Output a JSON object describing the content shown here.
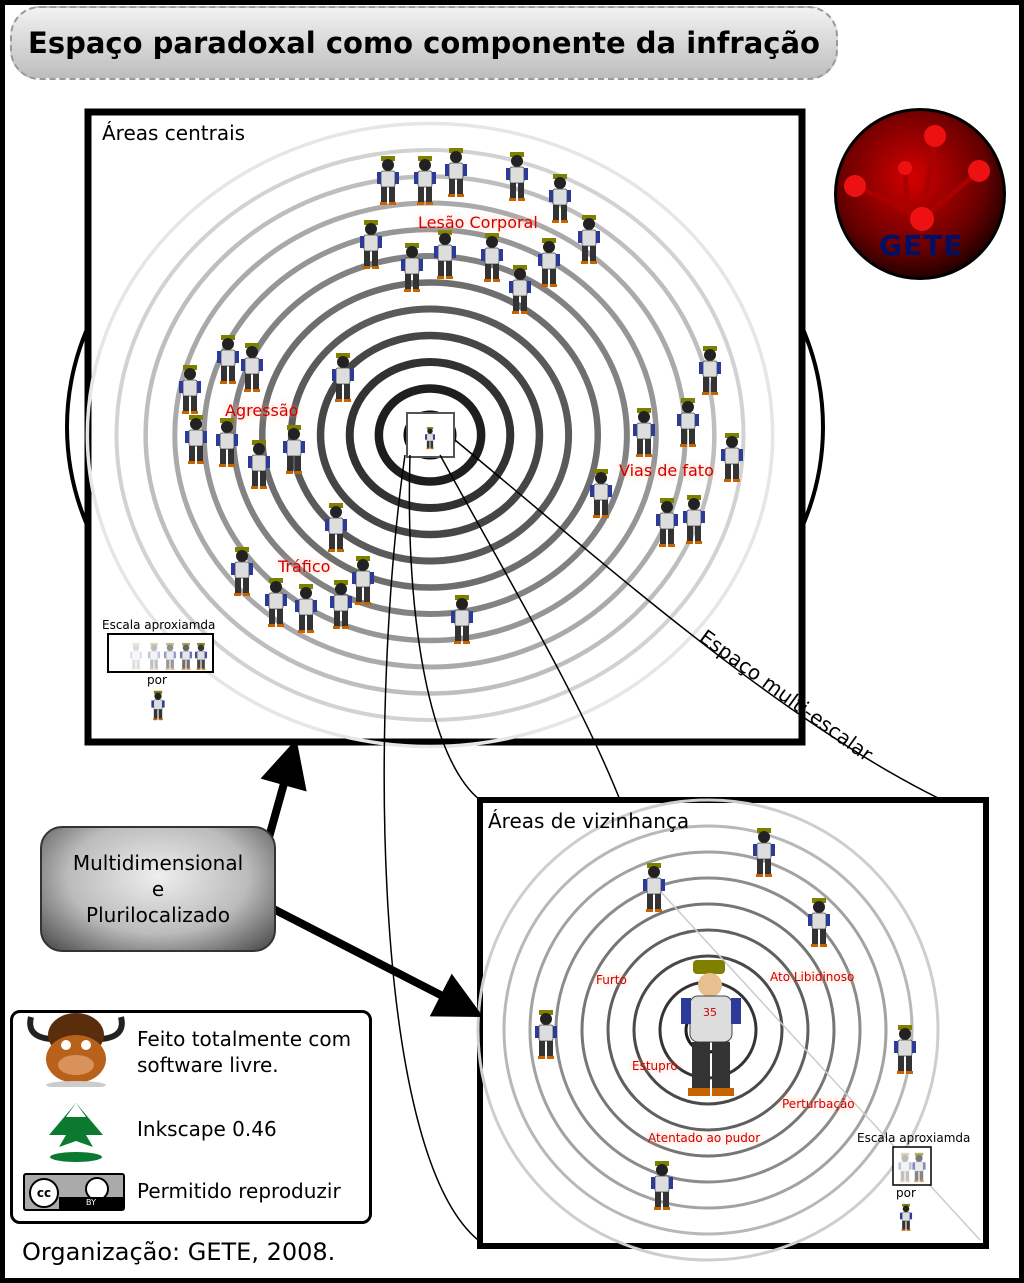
{
  "title": "Espaço paradoxal como componente da infração",
  "central": {
    "title": "Áreas centrais",
    "crimes": [
      "Lesão Corporal",
      "Agressão",
      "Vias de fato",
      "Tráfico"
    ],
    "scale_label": "Escala aproxiamda",
    "scale_por": "por"
  },
  "neighborhood": {
    "title": "Áreas de vizinhança",
    "crimes": [
      "Furto",
      "Ato Libidinoso",
      "Estupro",
      "Perturbação",
      "Atentado ao pudor"
    ],
    "scale_label": "Escala aproxiamda",
    "scale_por": "por",
    "figure_number": "35"
  },
  "multi_scale_label": "Espaço multi-escalar",
  "multi_box": {
    "line1": "Multidimensional",
    "line2": "e",
    "line3": "Plurilocalizado"
  },
  "logo_text": "GETE",
  "credits": {
    "free_software_line1": "Feito totalmente com",
    "free_software_line2": "software livre.",
    "inkscape": "Inkscape 0.46",
    "cc_by": "BY",
    "reproduce": "Permitido reproduzir"
  },
  "organization": "Organização: GETE, 2008.",
  "icons": [
    "gnu-mascot-icon",
    "inkscape-icon",
    "creative-commons-icon"
  ],
  "colors": {
    "crime_label": "#d40000",
    "logo_text": "#001066"
  }
}
